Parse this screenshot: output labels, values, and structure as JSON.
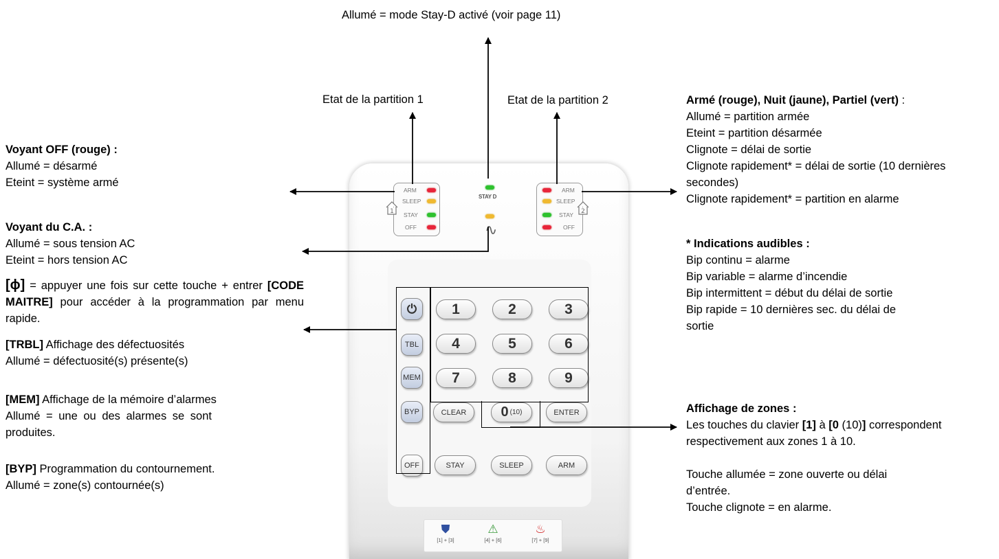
{
  "top_label": "Allumé = mode Stay-D activé (voir page 11)",
  "partition1_label": "Etat de la partition 1",
  "partition2_label": "Etat de la partition 2",
  "left": {
    "off_title": "Voyant OFF (rouge) :",
    "off_l1": "Allumé = désarmé",
    "off_l2": "Eteint = système armé",
    "ac_title": "Voyant du C.A. :",
    "ac_l1": "Allumé = sous tension AC",
    "ac_l2": "Eteint = hors tension AC",
    "power_key": "[ɸ]",
    "power_t1": " = appuyer une fois sur cette touche + entrer ",
    "power_code": "[CODE MAITRE]",
    "power_t2": " pour accéder à la programmation par menu rapide.",
    "trbl_key": "[TRBL]",
    "trbl_t1": " Affichage des défectuosités",
    "trbl_l2": "Allumé = défectuosité(s) présente(s)",
    "mem_key": "[MEM]",
    "mem_t1": " Affichage de la mémoire d’alarmes",
    "mem_l2": "Allumé = une ou des alarmes se sont produites.",
    "byp_key": "[BYP]",
    "byp_t1": " Programmation du contournement.",
    "byp_l2": "Allumé = zone(s) contournée(s)"
  },
  "right": {
    "arm_title": "Armé (rouge), Nuit (jaune), Partiel (vert)",
    "arm_colon": " :",
    "arm_l1": "Allumé = partition armée",
    "arm_l2": "Eteint = partition désarmée",
    "arm_l3": "Clignote = délai de sortie",
    "arm_l4": "Clignote rapidement* = délai de sortie (10 dernières secondes)",
    "arm_l5": "Clignote rapidement* = partition en alarme",
    "aud_title": "* Indications audibles :",
    "aud_l1": "Bip continu = alarme",
    "aud_l2": "Bip variable = alarme d’incendie",
    "aud_l3": "Bip intermittent = début du délai de sortie",
    "aud_l4": "Bip rapide = 10 dernières sec. du délai de sortie",
    "zone_title": "Affichage de zones :",
    "zone_t1": "Les touches du clavier ",
    "zone_k1": "[1]",
    "zone_t2": " à ",
    "zone_k2": "[0",
    "zone_t3": " (10)",
    "zone_k3": "]",
    "zone_t4": " correspondent respectivement aux zones 1 à 10.",
    "zone_l2": "Touche allumée = zone ouverte ou délai d’entrée.",
    "zone_l3": "Touche clignote  =  en alarme."
  },
  "keypad": {
    "panel_labels": [
      "ARM",
      "SLEEP",
      "STAY",
      "OFF"
    ],
    "panel1_num": "1",
    "panel2_num": "2",
    "stayd_label": "STAY D",
    "ac_symbol": "∿",
    "side_keys": [
      "⏻",
      "TBL",
      "MEM",
      "BYP"
    ],
    "numbers": [
      "1",
      "2",
      "3",
      "4",
      "5",
      "6",
      "7",
      "8",
      "9"
    ],
    "clear": "CLEAR",
    "zero": "0",
    "zero_sub": "(10)",
    "enter": "ENTER",
    "bottom_keys": [
      "OFF",
      "STAY",
      "SLEEP",
      "ARM"
    ],
    "footer": [
      {
        "icon": "police-icon",
        "label": "[1] + [3]",
        "color": "#3050a0"
      },
      {
        "icon": "warning-icon",
        "label": "[4] + [6]",
        "color": "#3a9a3a"
      },
      {
        "icon": "fire-icon",
        "label": "[7] + [9]",
        "color": "#d02020"
      }
    ]
  }
}
